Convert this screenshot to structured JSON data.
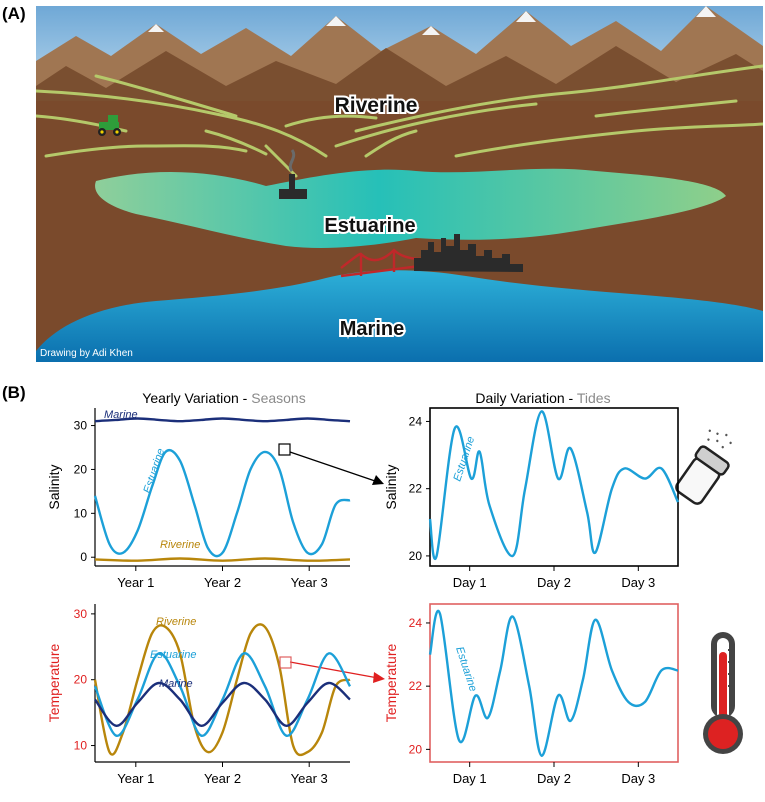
{
  "panel_a": {
    "letter": "(A)",
    "labels": {
      "riverine": "Riverine",
      "estuarine": "Estuarine",
      "marine": "Marine"
    },
    "credit": "Drawing by Adi Khen"
  },
  "panel_b": {
    "letter": "(B)",
    "yearly_title": {
      "main": "Yearly Variation",
      "sep": " - ",
      "sub": "Seasons"
    },
    "daily_title": {
      "main": "Daily Variation",
      "sep": " - ",
      "sub": "Tides"
    },
    "colors": {
      "marine": "#1b2f7a",
      "estuarine": "#1ca0d8",
      "riverine": "#b8860b",
      "temperature_axis": "#e02020",
      "highlight_box": "#e06060"
    }
  },
  "chart_data": [
    {
      "type": "line",
      "panel": "yearly-salinity",
      "ylabel": "Salinity",
      "yticks": [
        0,
        10,
        20,
        30
      ],
      "ylim": [
        -2,
        34
      ],
      "xticks": [
        "Year 1",
        "Year 2",
        "Year 3"
      ],
      "xlim": [
        0,
        3
      ],
      "series": [
        {
          "name": "Marine",
          "color": "#1b2f7a",
          "x": [
            0,
            0.25,
            0.5,
            0.75,
            1,
            1.25,
            1.5,
            1.75,
            2,
            2.25,
            2.5,
            2.75,
            3
          ],
          "y": [
            31,
            31.3,
            31.6,
            31.3,
            31,
            31.3,
            31.6,
            31.3,
            31,
            31.3,
            31.6,
            31.3,
            31
          ]
        },
        {
          "name": "Estuarine",
          "color": "#1ca0d8",
          "x": [
            0,
            0.17,
            0.33,
            0.5,
            0.67,
            0.83,
            1,
            1.17,
            1.33,
            1.5,
            1.67,
            1.83,
            2,
            2.17,
            2.33,
            2.5,
            2.67,
            2.83,
            3
          ],
          "y": [
            14,
            3,
            1,
            6,
            16,
            24,
            22,
            12,
            2,
            1,
            10,
            20,
            24,
            20,
            8,
            1,
            3,
            12,
            13
          ]
        },
        {
          "name": "Riverine",
          "color": "#b8860b",
          "x": [
            0,
            0.5,
            1,
            1.5,
            2,
            2.5,
            3
          ],
          "y": [
            -0.5,
            -0.8,
            -0.3,
            -0.8,
            -0.3,
            -0.8,
            -0.5
          ]
        }
      ]
    },
    {
      "type": "line",
      "panel": "daily-salinity",
      "ylabel": "Salinity",
      "yticks": [
        20,
        22,
        24
      ],
      "ylim": [
        19.7,
        24.4
      ],
      "xticks": [
        "Day 1",
        "Day 2",
        "Day 3"
      ],
      "xlim": [
        0,
        3
      ],
      "series": [
        {
          "name": "Estuarine",
          "color": "#1ca0d8",
          "x": [
            0,
            0.08,
            0.3,
            0.5,
            0.6,
            0.72,
            1,
            1.15,
            1.35,
            1.55,
            1.7,
            1.9,
            2,
            2.2,
            2.35,
            2.6,
            2.8,
            3
          ],
          "y": [
            21.1,
            20,
            23.8,
            22.3,
            23.1,
            21.5,
            20,
            22,
            24.3,
            22.3,
            23.2,
            21.3,
            20.1,
            22,
            22.6,
            22.3,
            22.6,
            21.6
          ]
        }
      ]
    },
    {
      "type": "line",
      "panel": "yearly-temperature",
      "ylabel": "Temperature",
      "yticks": [
        10,
        20,
        30
      ],
      "ylim": [
        7.5,
        31.5
      ],
      "xticks": [
        "Year 1",
        "Year 2",
        "Year 3"
      ],
      "xlim": [
        0,
        3
      ],
      "series": [
        {
          "name": "Riverine",
          "color": "#b8860b",
          "x": [
            0,
            0.17,
            0.33,
            0.5,
            0.67,
            0.83,
            1,
            1.17,
            1.33,
            1.5,
            1.67,
            1.83,
            2,
            2.17,
            2.33,
            2.5,
            2.67,
            2.83,
            3
          ],
          "y": [
            20,
            9,
            12,
            20,
            27,
            28,
            24,
            13,
            9,
            12,
            20,
            27,
            28,
            22,
            10,
            9,
            12,
            19,
            20
          ]
        },
        {
          "name": "Estuarine",
          "color": "#1ca0d8",
          "x": [
            0,
            0.25,
            0.5,
            0.75,
            1,
            1.25,
            1.5,
            1.75,
            2,
            2.25,
            2.5,
            2.75,
            3
          ],
          "y": [
            19,
            11.5,
            17,
            24,
            19,
            11.5,
            17,
            24,
            19,
            11.5,
            17,
            24,
            19
          ]
        },
        {
          "name": "Marine",
          "color": "#1b2f7a",
          "x": [
            0,
            0.25,
            0.5,
            0.75,
            1,
            1.25,
            1.5,
            1.75,
            2,
            2.25,
            2.5,
            2.75,
            3
          ],
          "y": [
            17,
            13,
            16.5,
            19.5,
            17,
            13,
            16.5,
            19.5,
            17,
            13,
            16.5,
            19.5,
            17
          ]
        }
      ]
    },
    {
      "type": "line",
      "panel": "daily-temperature",
      "ylabel": "Temperature",
      "yticks": [
        20,
        22,
        24
      ],
      "ylim": [
        19.6,
        24.6
      ],
      "xticks": [
        "Day 1",
        "Day 2",
        "Day 3"
      ],
      "xlim": [
        0,
        3
      ],
      "series": [
        {
          "name": "Estuarine",
          "color": "#1ca0d8",
          "x": [
            0,
            0.12,
            0.35,
            0.55,
            0.7,
            0.85,
            1,
            1.2,
            1.35,
            1.55,
            1.7,
            1.85,
            2,
            2.2,
            2.4,
            2.6,
            2.8,
            3
          ],
          "y": [
            23,
            24.3,
            20.3,
            21.7,
            21,
            22.5,
            24.2,
            22,
            19.8,
            21.7,
            20.9,
            22.2,
            24.1,
            22.5,
            21.5,
            21.5,
            22.5,
            22.5
          ]
        }
      ]
    }
  ]
}
